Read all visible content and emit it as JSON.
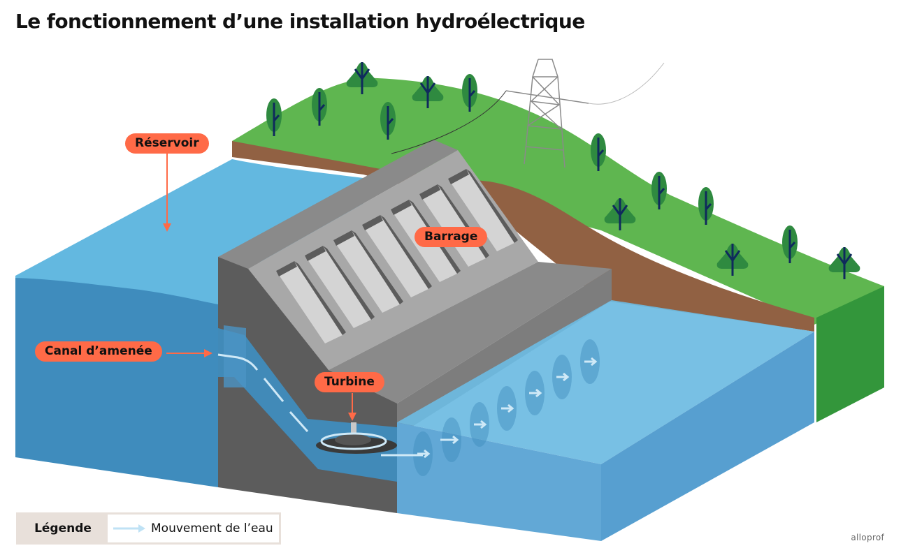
{
  "title": "Le fonctionnement d’une installation hydroélectrique",
  "labels": {
    "reservoir": "Réservoir",
    "barrage": "Barrage",
    "canal": "Canal d’amenée",
    "turbine": "Turbine"
  },
  "legend": {
    "title": "Légende",
    "items": [
      {
        "icon": "arrow-right-icon",
        "label": "Mouvement de l’eau"
      }
    ]
  },
  "brand": "alloprof",
  "colors": {
    "label_bg": "#ff6a47",
    "water_top": "#63b8e0",
    "water_side": "#3f8cbd",
    "grass": "#5fb650",
    "grass_side": "#33963b",
    "soil": "#916143",
    "concrete_dark": "#5c5c5c",
    "concrete_mid": "#8a8a8a",
    "concrete_light": "#a8a8a8",
    "spillway": "#d4d4d4",
    "tree": "#2f8a40",
    "trunk": "#0f2a5c",
    "flow_arrow": "#cfe9f7"
  }
}
